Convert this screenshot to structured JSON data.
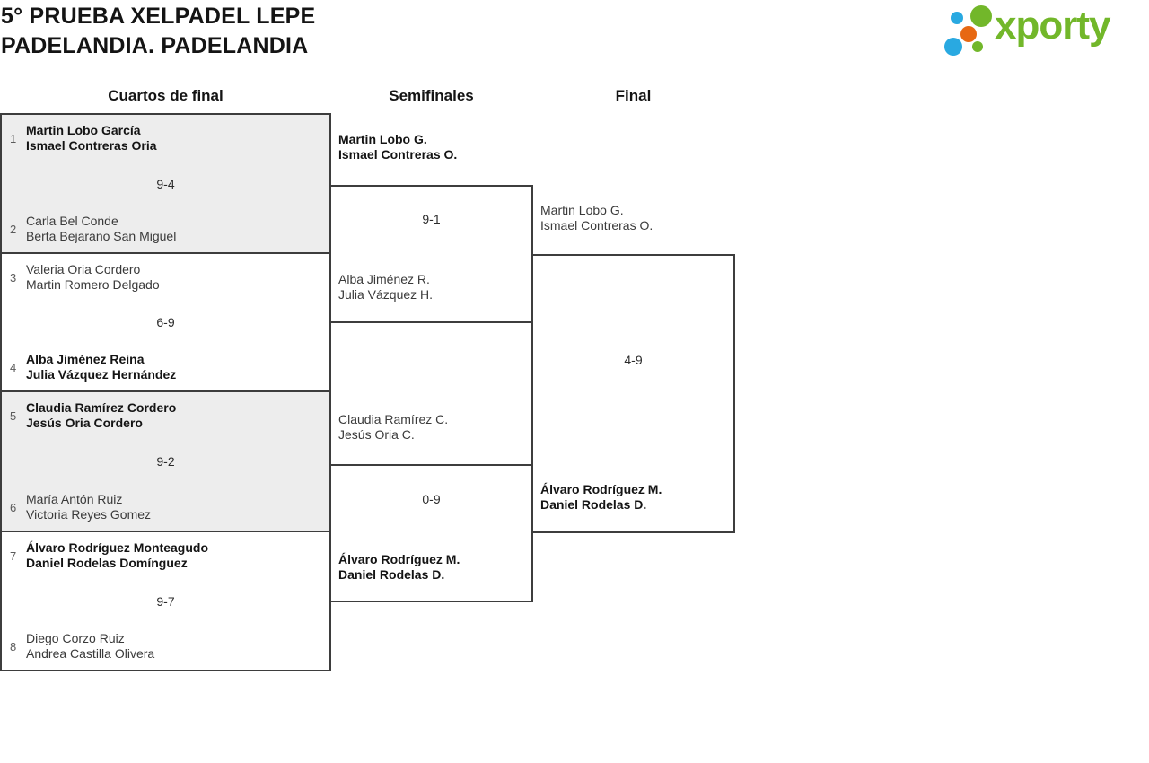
{
  "header": {
    "title_line1": "5° PRUEBA XELPADEL LEPE",
    "title_line2": "PADELANDIA. PADELANDIA",
    "logo_text": "xporty"
  },
  "columns": [
    "Cuartos de final",
    "Semifinales",
    "Final"
  ],
  "brand_colors": {
    "green": "#72b72a",
    "blue": "#29a9e1",
    "orange": "#e76812",
    "line": "#3d3d3d",
    "shaded_match_bg": "#ededed"
  },
  "bracket": {
    "quarterfinals": [
      {
        "seed1": "1",
        "team1": [
          "Martin Lobo García",
          "Ismael Contreras Oria"
        ],
        "team1_winner": true,
        "score": "9-4",
        "seed2": "2",
        "team2": [
          "Carla Bel Conde",
          "Berta Bejarano San Miguel"
        ],
        "team2_winner": false
      },
      {
        "seed1": "3",
        "team1": [
          "Valeria Oria Cordero",
          "Martin Romero Delgado"
        ],
        "team1_winner": false,
        "score": "6-9",
        "seed2": "4",
        "team2": [
          "Alba Jiménez Reina",
          "Julia Vázquez Hernández"
        ],
        "team2_winner": true
      },
      {
        "seed1": "5",
        "team1": [
          "Claudia Ramírez Cordero",
          "Jesús Oria Cordero"
        ],
        "team1_winner": true,
        "score": "9-2",
        "seed2": "6",
        "team2": [
          "María Antón Ruiz",
          "Victoria Reyes Gomez"
        ],
        "team2_winner": false
      },
      {
        "seed1": "7",
        "team1": [
          "Álvaro Rodríguez Monteagudo",
          "Daniel Rodelas Domínguez"
        ],
        "team1_winner": true,
        "score": "9-7",
        "seed2": "8",
        "team2": [
          "Diego Corzo Ruiz",
          "Andrea Castilla Olivera"
        ],
        "team2_winner": false
      }
    ],
    "semifinals": [
      {
        "team1": [
          "Martin Lobo G.",
          "Ismael Contreras O."
        ],
        "team1_winner": true,
        "score": "9-1",
        "team2": [
          "Alba Jiménez R.",
          "Julia Vázquez H."
        ],
        "team2_winner": false
      },
      {
        "team1": [
          "Claudia Ramírez C.",
          "Jesús Oria C."
        ],
        "team1_winner": false,
        "score": "0-9",
        "team2": [
          "Álvaro Rodríguez M.",
          "Daniel Rodelas D."
        ],
        "team2_winner": true
      }
    ],
    "final": {
      "team1": [
        "Martin Lobo G.",
        "Ismael Contreras O."
      ],
      "team1_winner": false,
      "score": "4-9",
      "team2": [
        "Álvaro Rodríguez M.",
        "Daniel Rodelas D."
      ],
      "team2_winner": true
    }
  }
}
